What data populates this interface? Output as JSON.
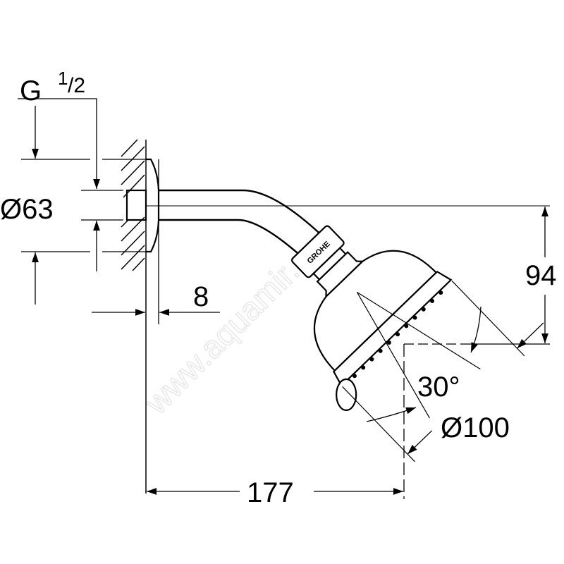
{
  "drawing": {
    "thread_label": "G",
    "thread_fraction_num": "1",
    "thread_fraction_den": "/2",
    "flange_diameter": "Ø63",
    "flange_depth": "8",
    "height_offset": "94",
    "spray_angle": "30°",
    "head_diameter": "Ø100",
    "projection": "177",
    "brand_logo": "GROHE",
    "watermark": "www.aquamir.ru"
  }
}
